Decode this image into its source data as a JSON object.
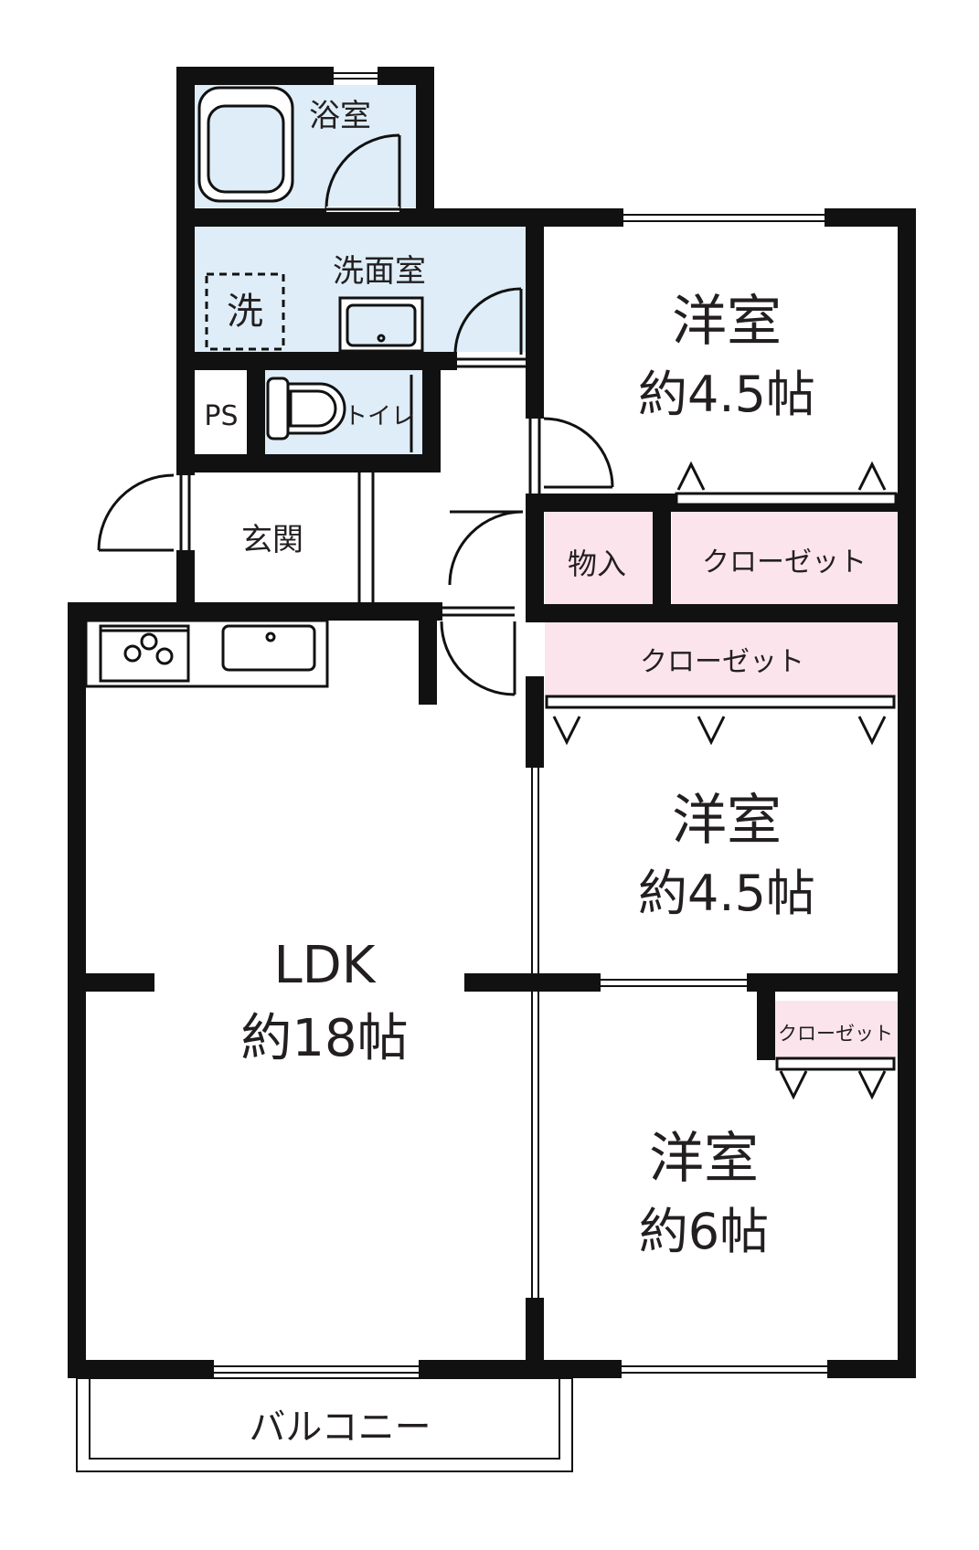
{
  "colors": {
    "wall": "#111111",
    "wet_area": "#deedf7",
    "storage": "#fbe4ec",
    "background": "#ffffff",
    "text": "#231f20"
  },
  "rooms": {
    "bathroom": {
      "name": "浴室"
    },
    "washroom": {
      "name": "洗面室",
      "washer_mark": "洗"
    },
    "pipe_space": {
      "name": "PS"
    },
    "toilet": {
      "name": "トイレ"
    },
    "entrance": {
      "name": "玄関"
    },
    "storage": {
      "name": "物入"
    },
    "closet_1": {
      "name": "クローゼット"
    },
    "closet_2": {
      "name": "クローゼット"
    },
    "closet_3": {
      "name": "クローゼット"
    },
    "western_room_1": {
      "name": "洋室",
      "size": "約4.5帖"
    },
    "western_room_2": {
      "name": "洋室",
      "size": "約4.5帖"
    },
    "western_room_3": {
      "name": "洋室",
      "size": "約6帖"
    },
    "ldk": {
      "name": "LDK",
      "size": "約18帖"
    },
    "balcony": {
      "name": "バルコニー"
    }
  }
}
